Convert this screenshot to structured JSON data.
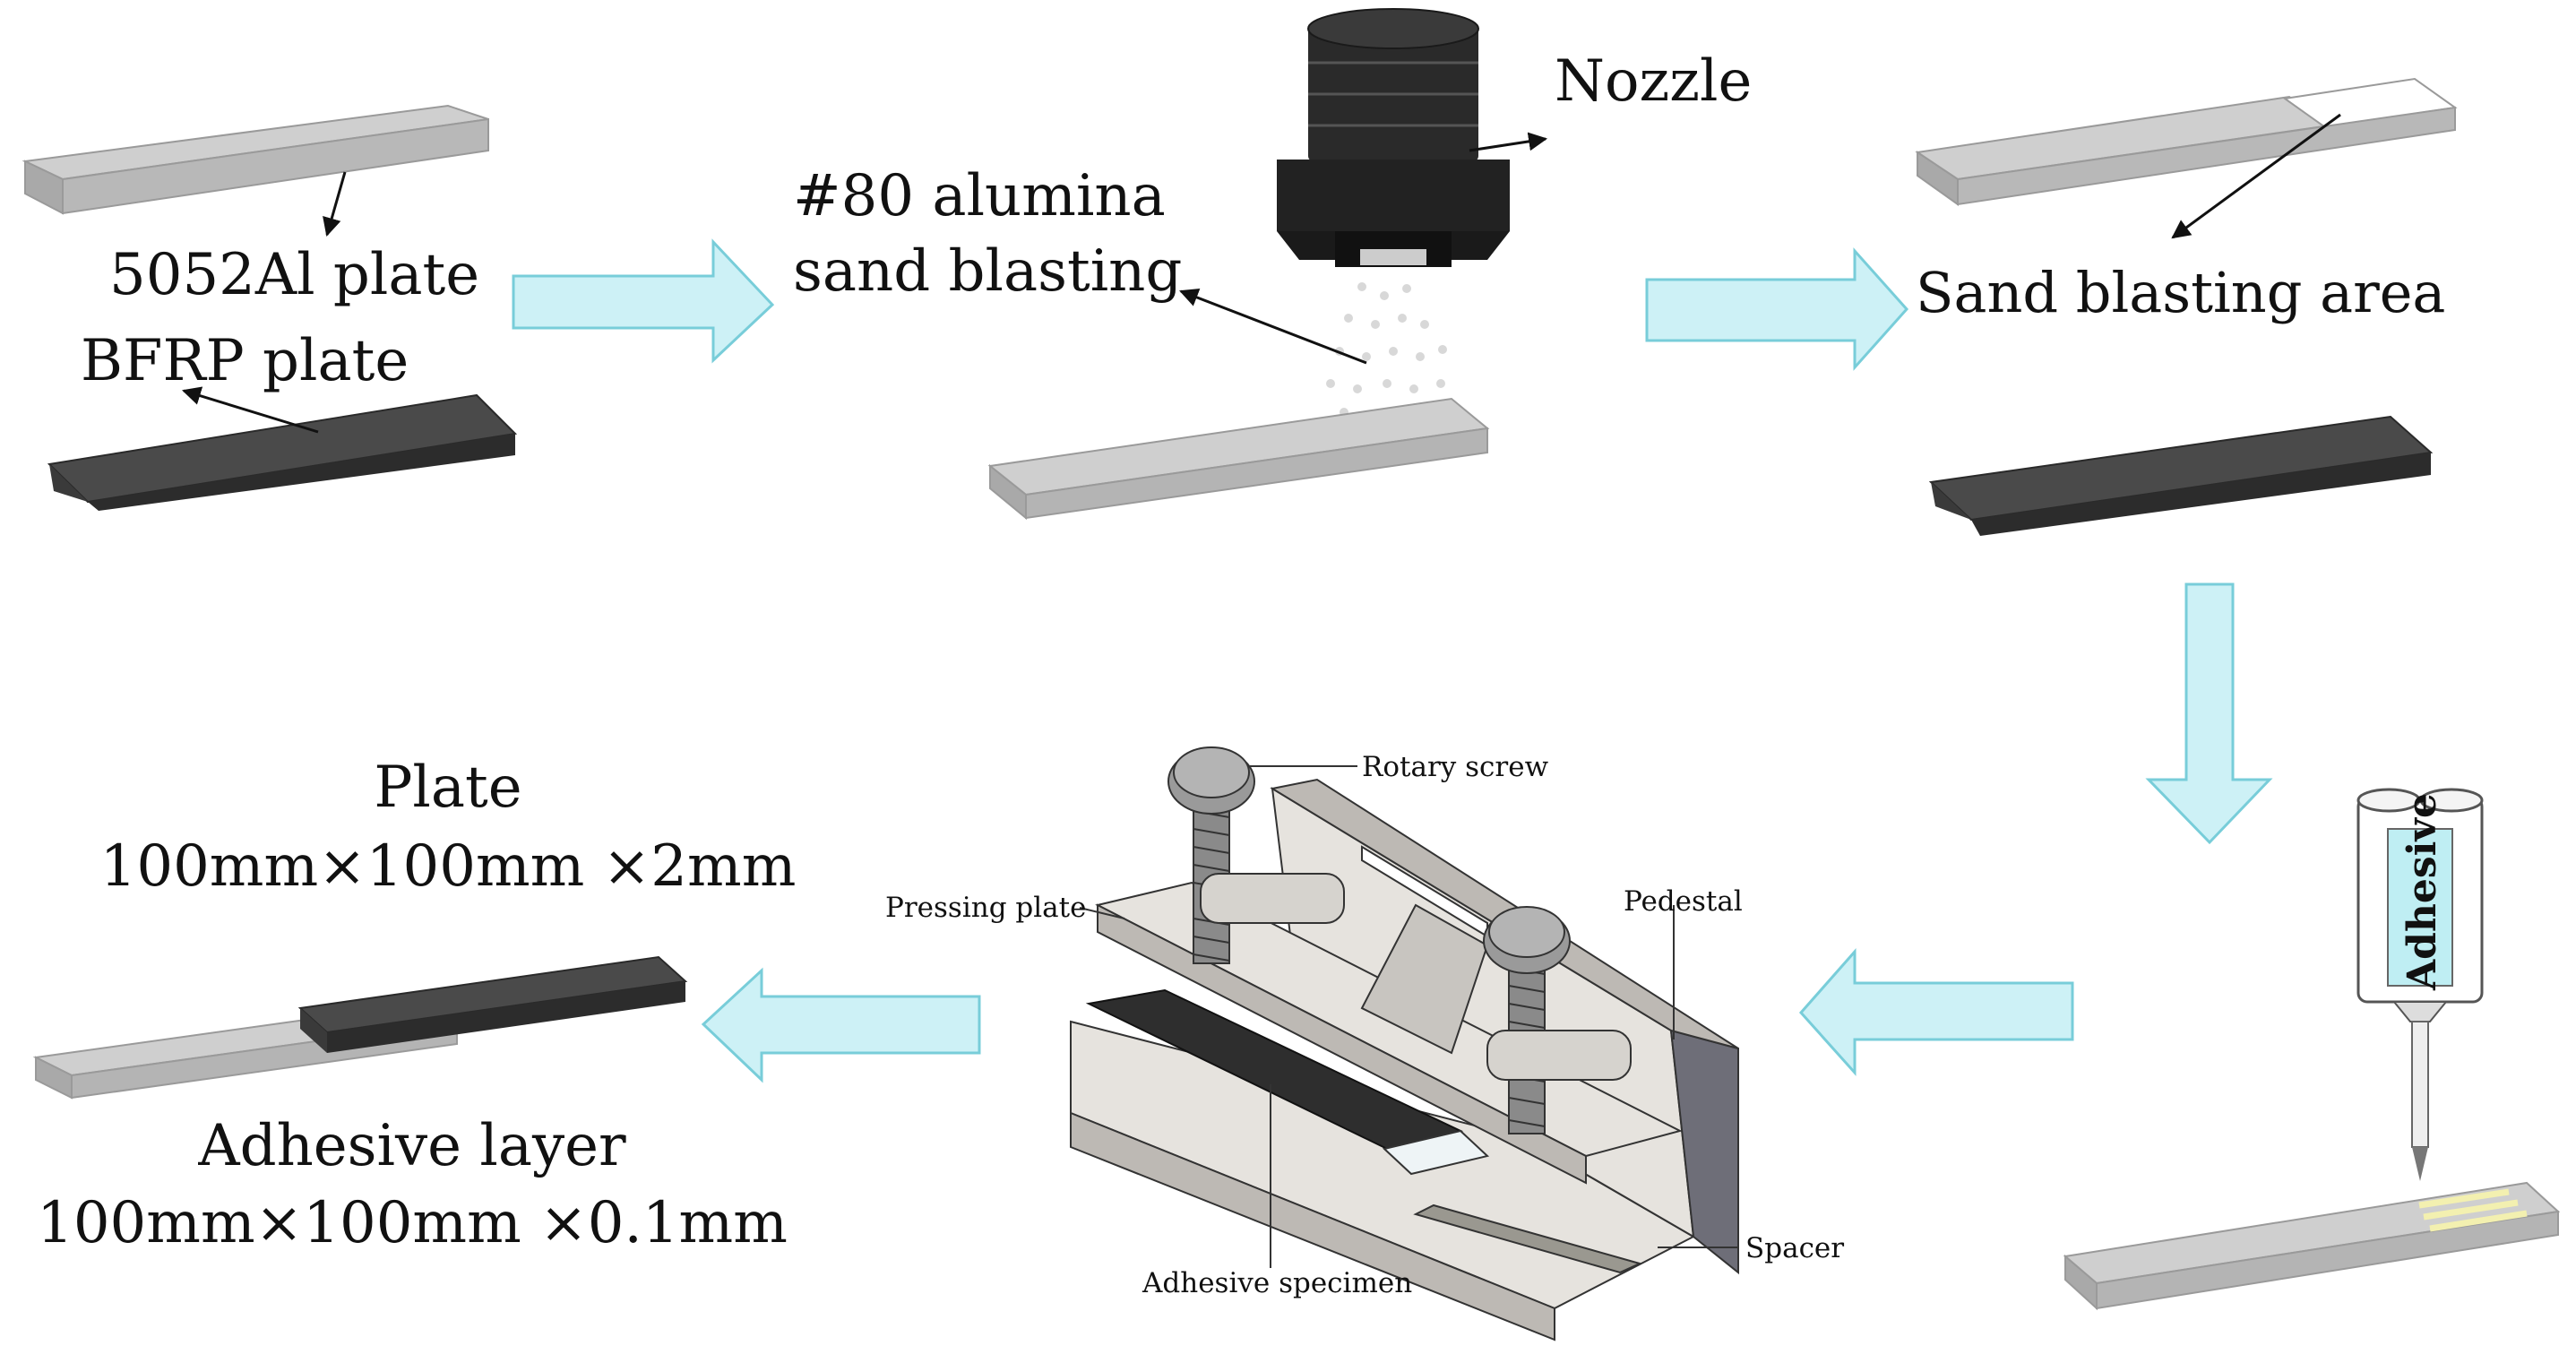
{
  "labels": {
    "al_plate": "5052Al plate",
    "bfrp_plate": "BFRP plate",
    "alumina_line1": "#80 alumina",
    "alumina_line2": "sand blasting",
    "nozzle": "Nozzle",
    "sand_area": "Sand blasting area",
    "rotary_screw": "Rotary screw",
    "pressing_plate": "Pressing plate",
    "pedestal": "Pedestal",
    "adhesive_specimen": "Adhesive specimen",
    "spacer": "Spacer",
    "adhesive_tube": "Adhesive",
    "plate_title": "Plate",
    "plate_dims": "100mm×100mm ×2mm",
    "layer_title": "Adhesive layer",
    "layer_dims": "100mm×100mm ×0.1mm"
  },
  "colors": {
    "flow_arrow_fill": "#cdf1f6",
    "flow_arrow_stroke": "#78cdd9",
    "aluminum_top": "#cfcfcf",
    "aluminum_side": "#a9a9a9",
    "bfrp_top": "#4a4a4a",
    "bfrp_side": "#2c2c2c",
    "nozzle_body": "#2a2a2a",
    "fixture_light": "#e6e3de",
    "fixture_mid": "#bdb9b4",
    "fixture_dark": "#6e6e78",
    "adhesive_label_bg": "#bfeef3"
  },
  "icons": {
    "nozzle": "nozzle-icon",
    "adhesive_tube": "adhesive-tube-icon",
    "clamp_fixture": "clamp-fixture-icon"
  }
}
